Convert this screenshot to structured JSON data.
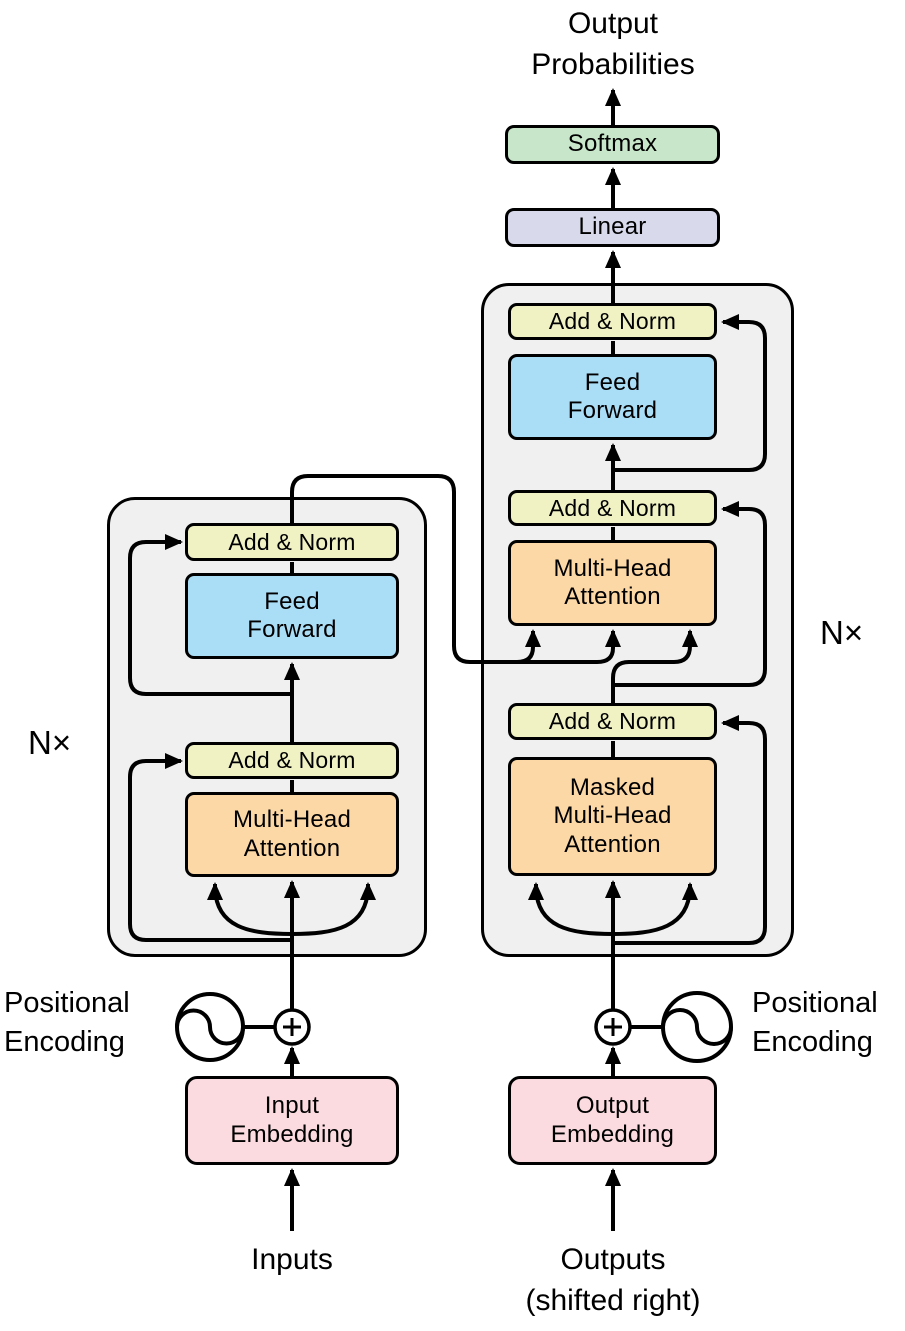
{
  "labels": {
    "output_probabilities": "Output\nProbabilities",
    "softmax": "Softmax",
    "linear": "Linear",
    "add_norm": "Add & Norm",
    "feed_forward": "Feed\nForward",
    "multi_head_attention": "Multi-Head\nAttention",
    "masked_multi_head_attention": "Masked\nMulti-Head\nAttention",
    "input_embedding": "Input\nEmbedding",
    "output_embedding": "Output\nEmbedding",
    "inputs": "Inputs",
    "outputs_shifted": "Outputs\n(shifted right)",
    "positional_encoding": "Positional\nEncoding",
    "n_times": "N×"
  },
  "colors": {
    "softmax_green": "#c8e7ca",
    "linear_purple": "#d8daec",
    "add_norm_yellow": "#f0f2c4",
    "feed_forward_blue": "#aaddf6",
    "attention_orange": "#fcd8a7",
    "embedding_pink": "#fbdbe0",
    "stack_gray": "#f0f0f1",
    "line_black": "#000000"
  }
}
